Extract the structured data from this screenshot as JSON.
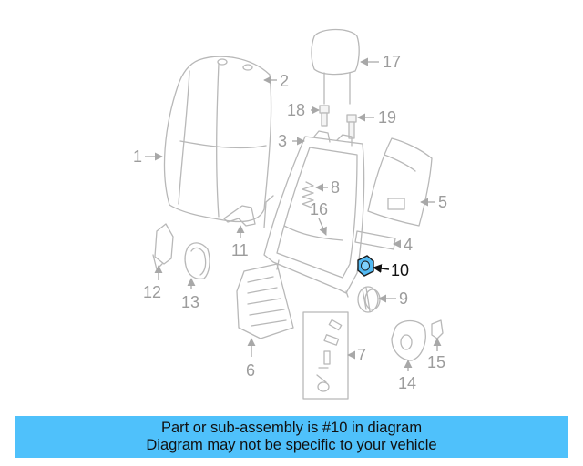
{
  "callouts": [
    {
      "id": "1",
      "label": "1"
    },
    {
      "id": "2",
      "label": "2"
    },
    {
      "id": "3",
      "label": "3"
    },
    {
      "id": "4",
      "label": "4"
    },
    {
      "id": "5",
      "label": "5"
    },
    {
      "id": "6",
      "label": "6"
    },
    {
      "id": "7",
      "label": "7"
    },
    {
      "id": "8",
      "label": "8"
    },
    {
      "id": "9",
      "label": "9"
    },
    {
      "id": "10",
      "label": "10"
    },
    {
      "id": "11",
      "label": "11"
    },
    {
      "id": "12",
      "label": "12"
    },
    {
      "id": "13",
      "label": "13"
    },
    {
      "id": "14",
      "label": "14"
    },
    {
      "id": "15",
      "label": "15"
    },
    {
      "id": "16",
      "label": "16"
    },
    {
      "id": "17",
      "label": "17"
    },
    {
      "id": "18",
      "label": "18"
    },
    {
      "id": "19",
      "label": "19"
    }
  ],
  "highlighted_part": "10",
  "colors": {
    "highlight": "#52b9f2",
    "banner": "#4fc1fb",
    "line_art": "#b8b8b8"
  },
  "banner": {
    "line1": "Part or sub-assembly is #10 in diagram",
    "line2": "Diagram may not be specific to your vehicle"
  }
}
